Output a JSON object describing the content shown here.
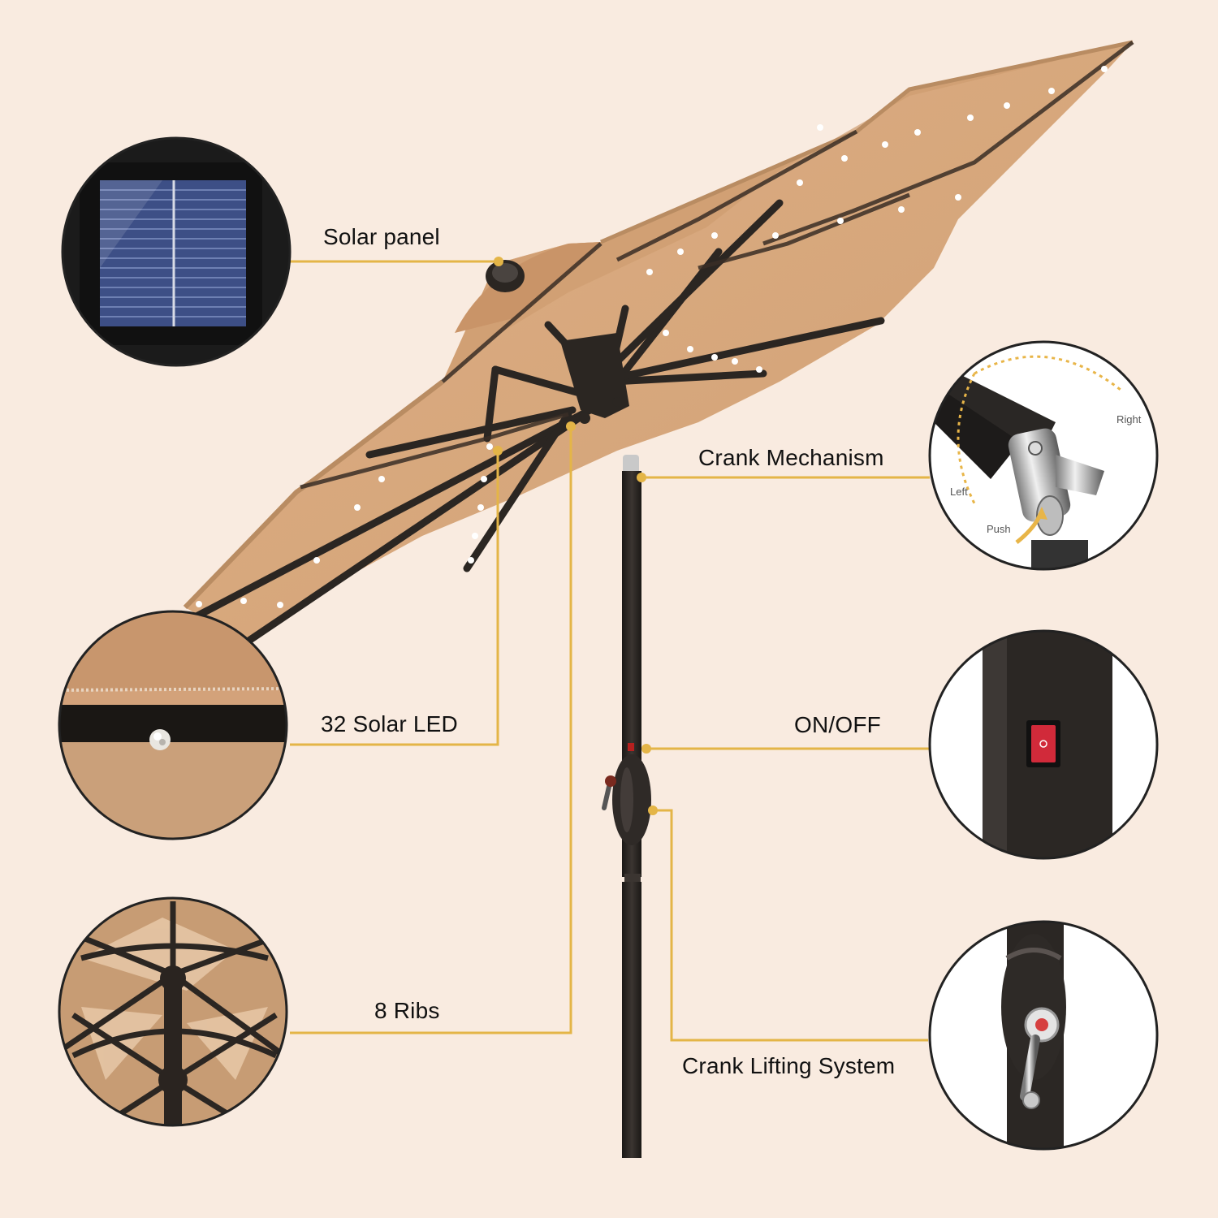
{
  "colors": {
    "background": "#f9ebe0",
    "canopy": "#d9a97c",
    "canopy_dark": "#c5926a",
    "frame": "#2b2622",
    "leader_line": "#e4b547",
    "circle_border": "#222222"
  },
  "callouts": {
    "solar_panel": "Solar panel",
    "solar_led": "32 Solar LED",
    "ribs": "8 Ribs",
    "crank_mechanism": "Crank Mechanism",
    "on_off": "ON/OFF",
    "crank_lifting": "Crank Lifting System"
  },
  "crank_detail": {
    "right": "Right",
    "left": "Left",
    "push": "Push"
  }
}
